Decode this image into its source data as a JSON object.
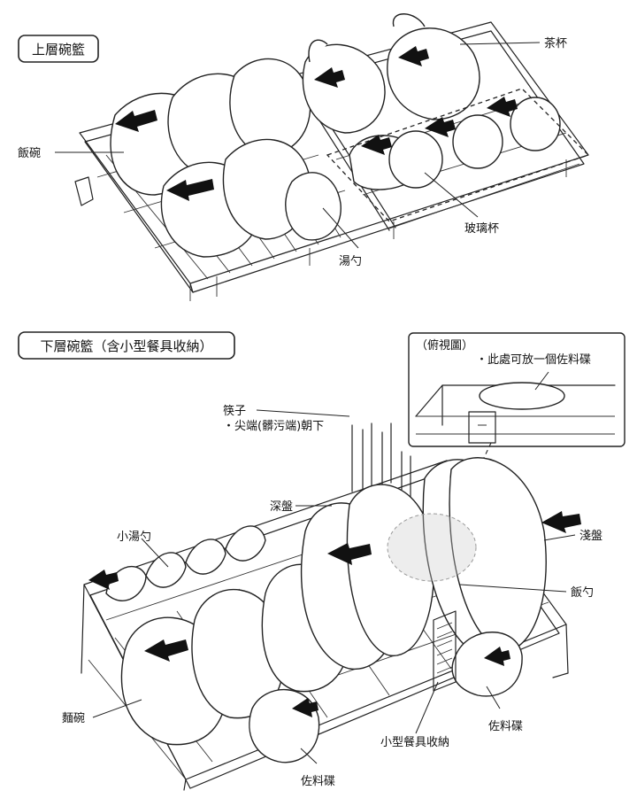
{
  "sections": {
    "upper_title": "上層碗籃",
    "lower_title": "下層碗籃（含小型餐具收納）"
  },
  "upper_labels": {
    "rice_bowl": "飯碗",
    "teacup": "茶杯",
    "glass": "玻璃杯",
    "soup_spoon": "湯勺"
  },
  "inset": {
    "title": "（俯視圖）",
    "note": "・此處可放一個佐料碟"
  },
  "lower_labels": {
    "chopsticks": "筷子",
    "chopsticks_note": "・尖端(髒污端)朝下",
    "deep_plate": "深盤",
    "small_soup_spoon": "小湯勺",
    "shallow_plate": "淺盤",
    "rice_paddle": "飯勺",
    "noodle_bowl": "麵碗",
    "small_storage": "小型餐具收納",
    "sauce_dish_right": "佐料碟",
    "sauce_dish_bottom": "佐料碟"
  }
}
